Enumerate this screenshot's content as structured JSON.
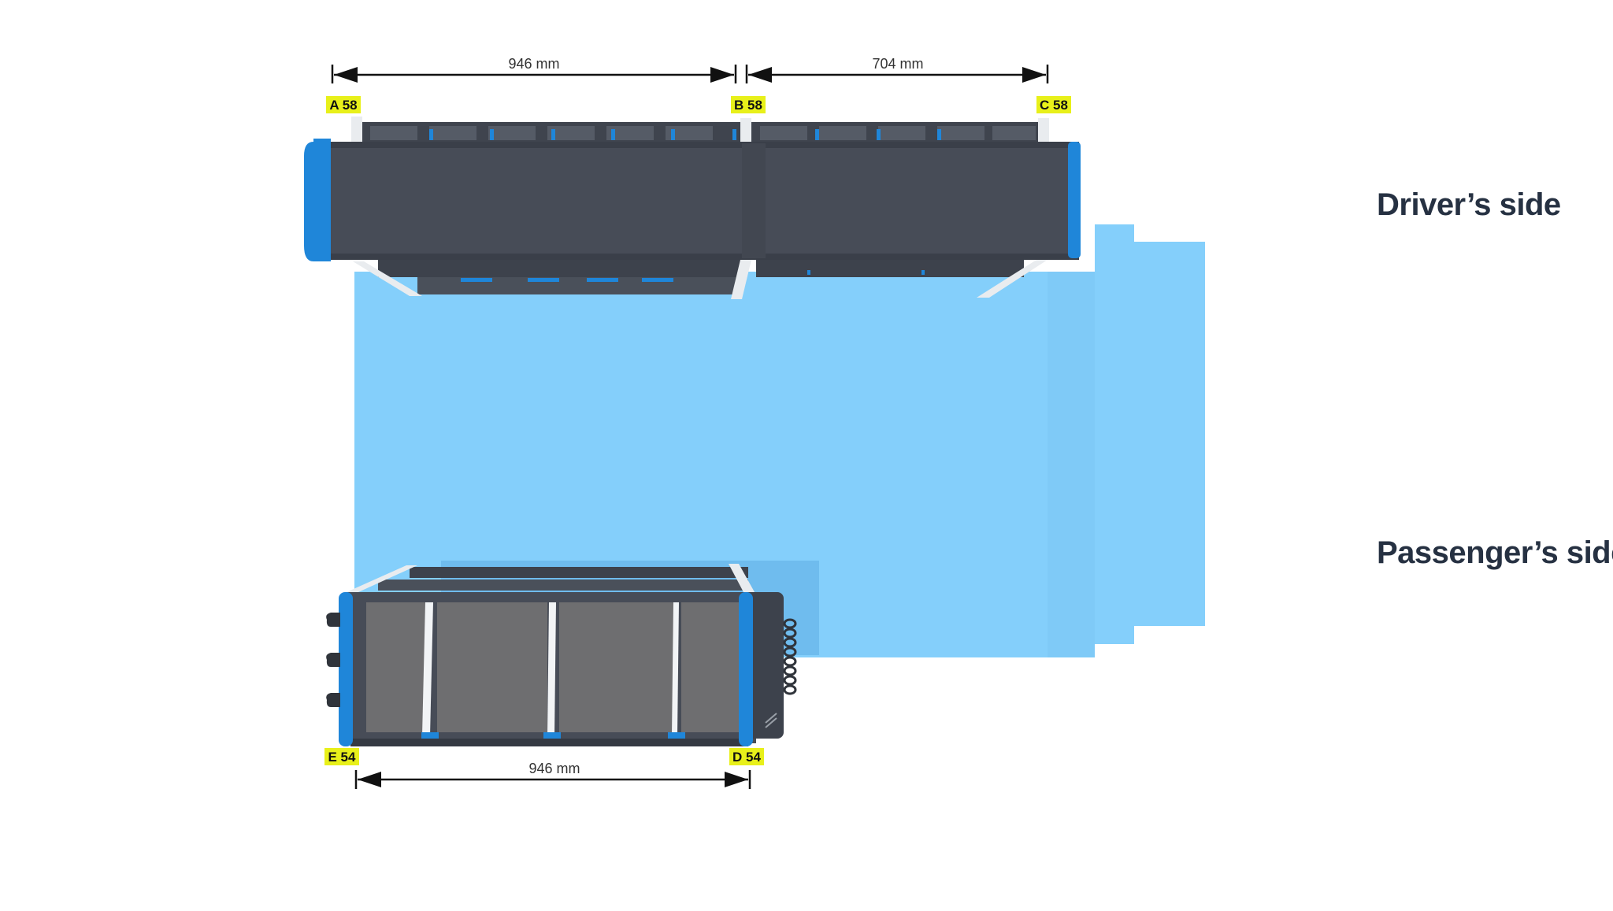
{
  "colors": {
    "van_floor": "#84cffb",
    "van_floor_dark": "#6db9ec",
    "rack_dark": "#474c57",
    "rack_mid": "#5b606a",
    "accent_blue": "#1f86d9",
    "tag_yellow": "#e8f01a",
    "label_dark": "#263142"
  },
  "labels": {
    "drivers_side": "Driver’s side",
    "passengers_side": "Passenger’s side"
  },
  "dimensions": {
    "top_left": "946 mm",
    "top_right": "704 mm",
    "bottom": "946 mm"
  },
  "tags": {
    "a": "A 58",
    "b": "B 58",
    "c": "C 58",
    "d": "D 54",
    "e": "E 54"
  }
}
